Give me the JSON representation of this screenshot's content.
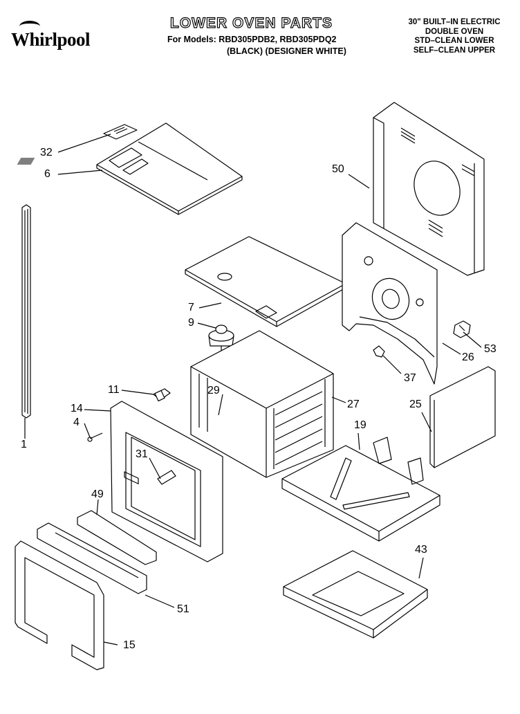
{
  "header": {
    "brand": "Whirlpool",
    "title": "LOWER OVEN PARTS",
    "models_line": "For Models: RBD305PDB2, RBD305PDQ2",
    "colors_line": "(BLACK)  (DESIGNER WHITE)",
    "description_lines": [
      "30\" BUILT–IN ELECTRIC",
      "DOUBLE OVEN",
      "STD–CLEAN LOWER",
      "SELF–CLEAN UPPER"
    ]
  },
  "callouts": {
    "c32": "32",
    "c6": "6",
    "c50": "50",
    "c7": "7",
    "c9": "9",
    "c53": "53",
    "c26": "26",
    "c37": "37",
    "c11": "11",
    "c29": "29",
    "c27": "27",
    "c14": "14",
    "c25": "25",
    "c4": "4",
    "c19": "19",
    "c1": "1",
    "c31": "31",
    "c49": "49",
    "c43": "43",
    "c51": "51",
    "c15": "15"
  }
}
